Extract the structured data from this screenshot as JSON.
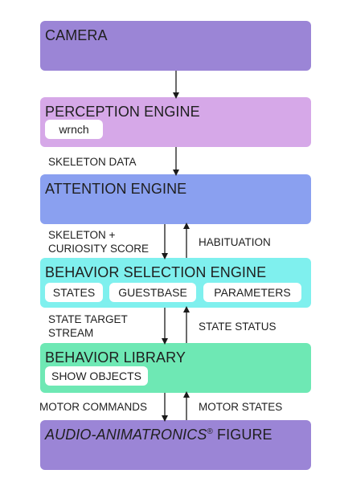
{
  "boxes": {
    "camera": {
      "title": "CAMERA",
      "color": "#9b85d6"
    },
    "perception": {
      "title": "PERCEPTION ENGINE",
      "color": "#d6a8e8",
      "chips": [
        "wrnch"
      ]
    },
    "attention": {
      "title": "ATTENTION ENGINE",
      "color": "#8aa0f0"
    },
    "behavior_selection": {
      "title": "BEHAVIOR SELECTION ENGINE",
      "color": "#7ff0ee",
      "chips": [
        "STATES",
        "GUESTBASE",
        "PARAMETERS"
      ]
    },
    "behavior_library": {
      "title": "BEHAVIOR LIBRARY",
      "color": "#6ee8b4",
      "chips": [
        "SHOW OBJECTS"
      ]
    },
    "figure": {
      "title_italic": "AUDIO-ANIMATRONICS",
      "title_sup": "®",
      "title_rest": " FIGURE",
      "color": "#9b85d6"
    }
  },
  "labels": {
    "skeleton_data": "SKELETON DATA",
    "skeleton_curiosity_line1": "SKELETON +",
    "skeleton_curiosity_line2": "CURIOSITY SCORE",
    "habituation": "HABITUATION",
    "state_target_line1": "STATE TARGET",
    "state_target_line2": "STREAM",
    "state_status": "STATE STATUS",
    "motor_commands": "MOTOR COMMANDS",
    "motor_states": "MOTOR STATES"
  }
}
